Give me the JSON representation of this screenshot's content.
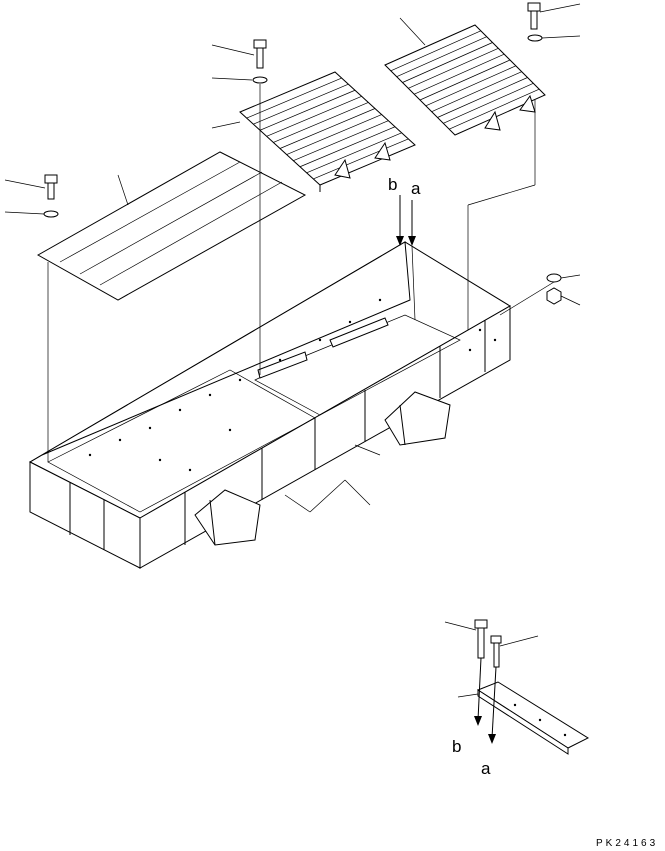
{
  "labels": {
    "main_b": "b",
    "main_a": "a",
    "detail_b": "b",
    "detail_a": "a"
  },
  "drawing_number": "PK24163",
  "line_color": "#000000",
  "background_color": "#ffffff"
}
